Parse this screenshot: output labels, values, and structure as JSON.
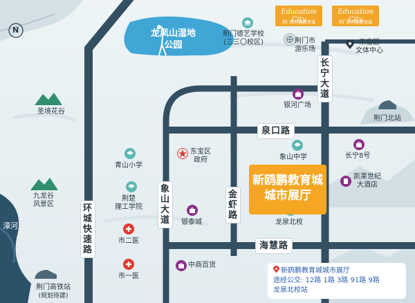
{
  "lake": {
    "name": "龙凤山湿地公园",
    "line1": "龙凤山湿地",
    "line2": "公园"
  },
  "roads": {
    "changning": "长宁大道",
    "quankou": "泉口路",
    "xiangshan": "象山大道",
    "jinxia": "金虾路",
    "huancheng": "环城快速路",
    "haihui": "海慧路"
  },
  "river": "漳河",
  "logos": [
    {
      "script": "Education City",
      "sub": "荆门新鸥鹏教育城"
    },
    {
      "script": "Education City",
      "sub": "荆门新鸥鹏教育城"
    }
  ],
  "pois": {
    "jingmen_school_line1": "荆门德艺学校",
    "jingmen_school_line2": "(三三〇校区)",
    "amusement_line1": "荆门市",
    "amusement_line2": "游乐场",
    "dongbao_culture_line1": "东宝区",
    "dongbao_culture_line2": "文体中心",
    "shengjing": "圣境花谷",
    "yinhe": "银河广场",
    "jingmen_station": "荆门北站",
    "qingshan": "青山小学",
    "dongbao_gov_line1": "东宝区",
    "dongbao_gov_line2": "政府",
    "xiangshan_school": "象山中学",
    "changning8": "长宁8号",
    "kailai_line1": "凯莱世纪",
    "kailai_line2": "大酒店",
    "jiulonggu_line1": "九龙谷",
    "jiulonggu_line2": "风景区",
    "jingchu_line1": "荆楚",
    "jingchu_line2": "理工学院",
    "yintai": "银泰城",
    "longquan_north": "龙泉北校",
    "hospital2": "市二医",
    "hospital1": "市一医",
    "zhongshang": "中商百货",
    "hsr_line1": "荆门高铁站",
    "hsr_line2": "(规划待建)"
  },
  "callout": {
    "line1": "新鸥鹏教育城",
    "line2": "城市展厅"
  },
  "info": {
    "title": "新鸥鹏教育城城市展厅",
    "bus": "途经公交: 12路 1路 3路 91路 9路",
    "stop": "龙泉北校站"
  },
  "compass": "N",
  "colors": {
    "road": "#344f61",
    "accent": "#f5a623",
    "lake": "#3fa6d6",
    "park": "#2f8f6e",
    "hospital": "#e0392f",
    "shop": "#8b2f87"
  }
}
